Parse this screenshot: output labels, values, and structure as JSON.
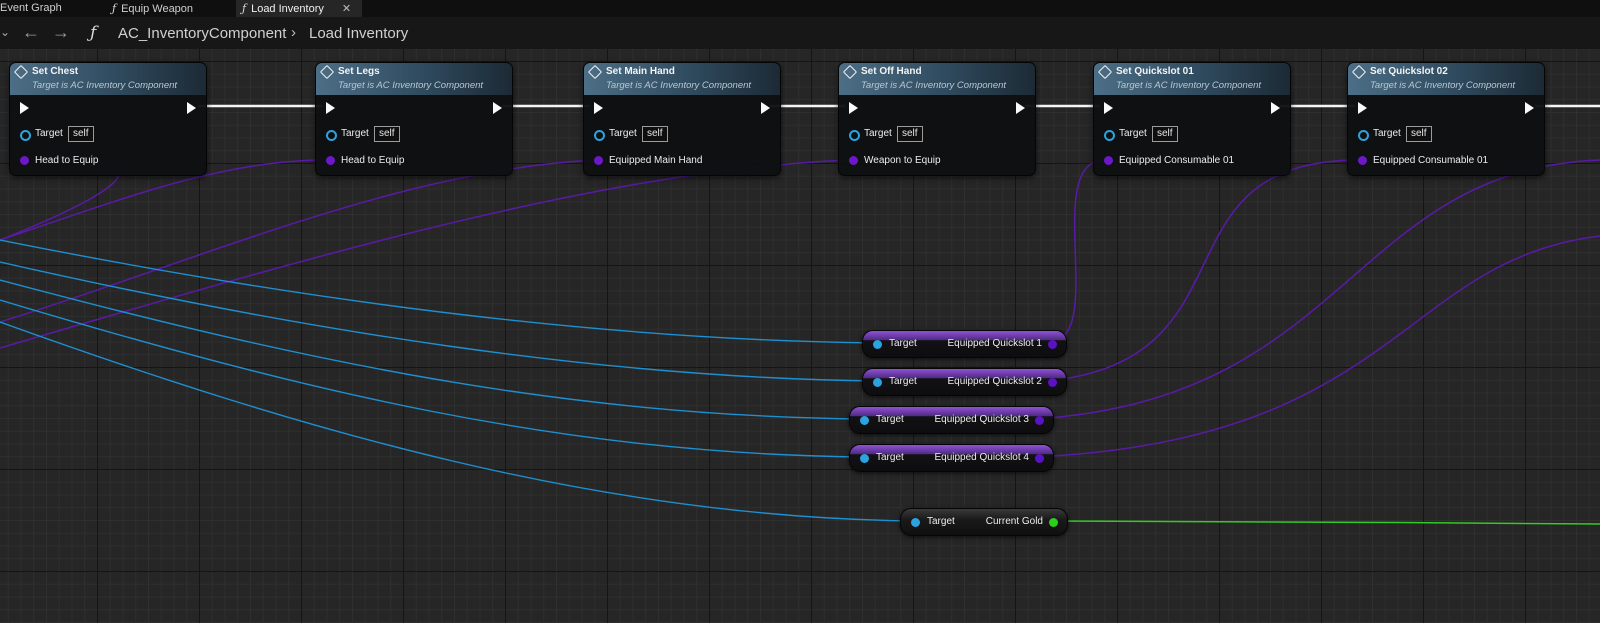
{
  "tabs": [
    {
      "label": "Event Graph",
      "icon": null,
      "active": false
    },
    {
      "label": "Equip Weapon",
      "icon": "function-icon",
      "active": false
    },
    {
      "label": "Load Inventory",
      "icon": "function-icon",
      "active": true,
      "close": "✕"
    }
  ],
  "toolbar": {
    "chevron": "⌄",
    "back": "←",
    "forward": "→",
    "function_symbol": "ƒ",
    "breadcrumb": [
      "AC_InventoryComponent",
      "Load Inventory"
    ],
    "breadcrumb_separator": "›"
  },
  "colors": {
    "exec": "#fafafa",
    "object_pin": "#2ba3e0",
    "struct_pin": "#5b12c4",
    "int_pin": "#29d11a",
    "node_header": "#4c6e86"
  },
  "set_nodes": [
    {
      "title": "Set Chest",
      "subtitle": "Target is AC Inventory Component",
      "target_label": "Target",
      "target_value": "self",
      "input_label": "Head to Equip"
    },
    {
      "title": "Set Legs",
      "subtitle": "Target is AC Inventory Component",
      "target_label": "Target",
      "target_value": "self",
      "input_label": "Head to Equip"
    },
    {
      "title": "Set Main Hand",
      "subtitle": "Target is AC Inventory Component",
      "target_label": "Target",
      "target_value": "self",
      "input_label": "Equipped Main Hand"
    },
    {
      "title": "Set Off Hand",
      "subtitle": "Target is AC Inventory Component",
      "target_label": "Target",
      "target_value": "self",
      "input_label": "Weapon to Equip"
    },
    {
      "title": "Set Quickslot 01",
      "subtitle": "Target is AC Inventory Component",
      "target_label": "Target",
      "target_value": "self",
      "input_label": "Equipped Consumable 01"
    },
    {
      "title": "Set Quickslot 02",
      "subtitle": "Target is AC Inventory Component",
      "target_label": "Target",
      "target_value": "self",
      "input_label": "Equipped Consumable 01"
    }
  ],
  "getter_nodes": [
    {
      "input_label": "Target",
      "output_label": "Equipped Quickslot 1"
    },
    {
      "input_label": "Target",
      "output_label": "Equipped Quickslot 2"
    },
    {
      "input_label": "Target",
      "output_label": "Equipped Quickslot 3"
    },
    {
      "input_label": "Target",
      "output_label": "Equipped Quickslot 4"
    },
    {
      "input_label": "Target",
      "output_label": "Current Gold"
    }
  ]
}
